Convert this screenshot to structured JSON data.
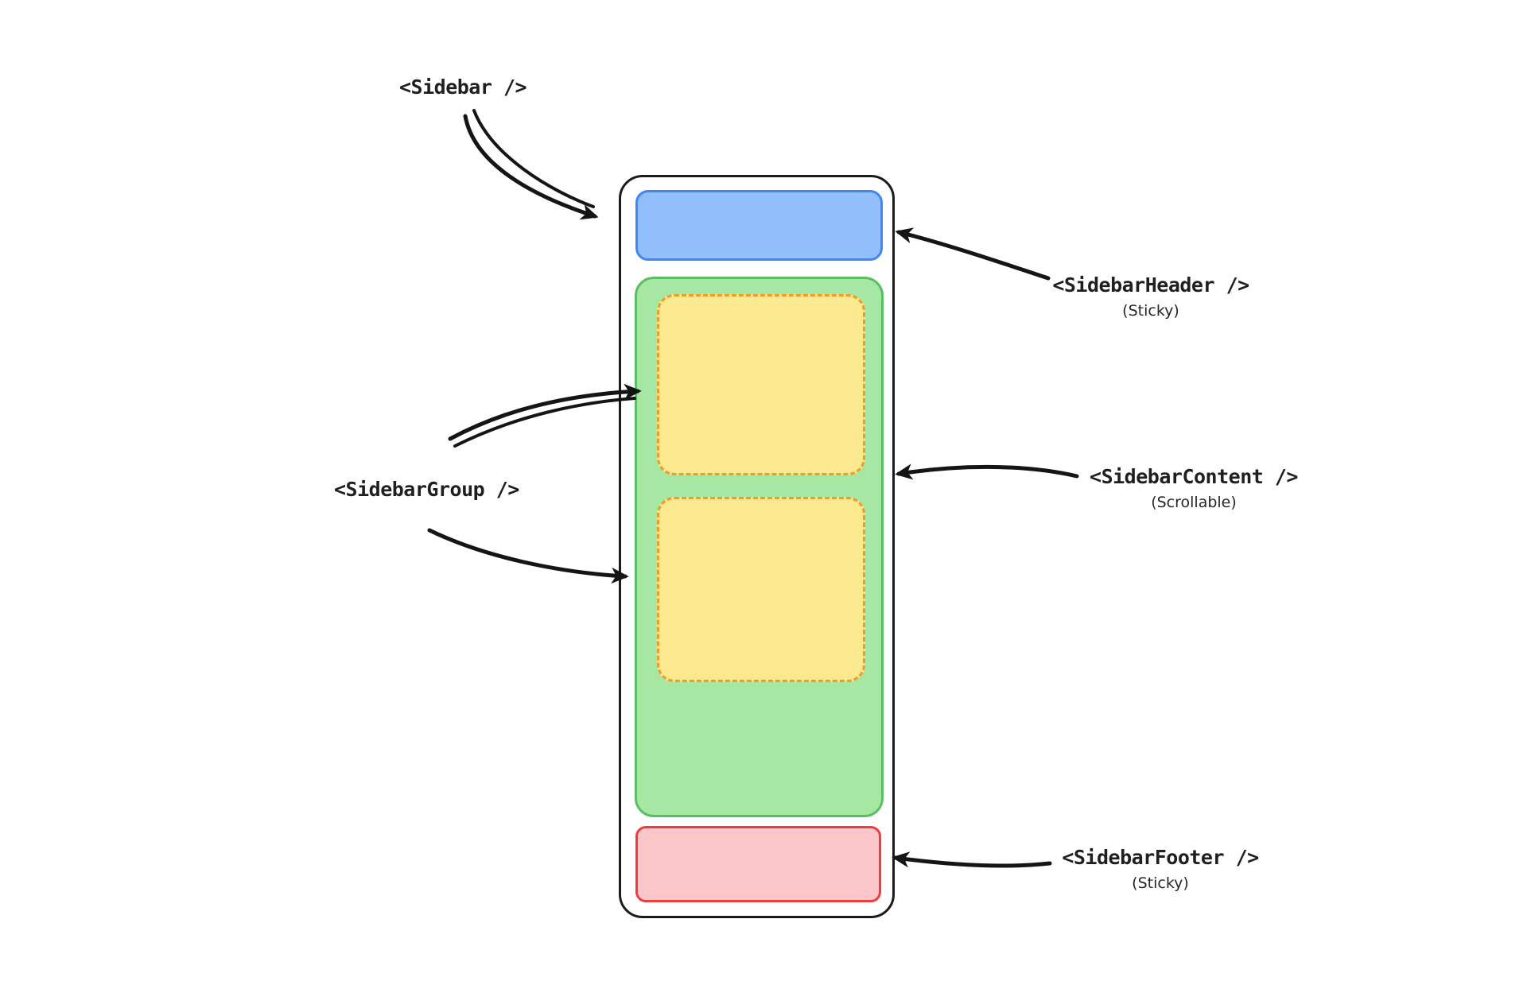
{
  "diagram": {
    "labels": {
      "sidebar": "<Sidebar />",
      "header": "<SidebarHeader />",
      "header_note": "(Sticky)",
      "group": "<SidebarGroup />",
      "content": "<SidebarContent />",
      "content_note": "(Scrollable)",
      "footer": "<SidebarFooter />",
      "footer_note": "(Sticky)"
    },
    "colors": {
      "header-fill": "#92bffb",
      "header-stroke": "#3e87f8",
      "content-fill": "#a6e7a3",
      "content-stroke": "#5abf63",
      "group-fill": "#fae98e",
      "group-stroke": "#ee9d2b",
      "footer-fill": "#fcc7cb",
      "footer-stroke": "#ef3d3d",
      "outline": "#1b1b1b",
      "arrow": "#151515",
      "background": "#ffffff"
    }
  }
}
